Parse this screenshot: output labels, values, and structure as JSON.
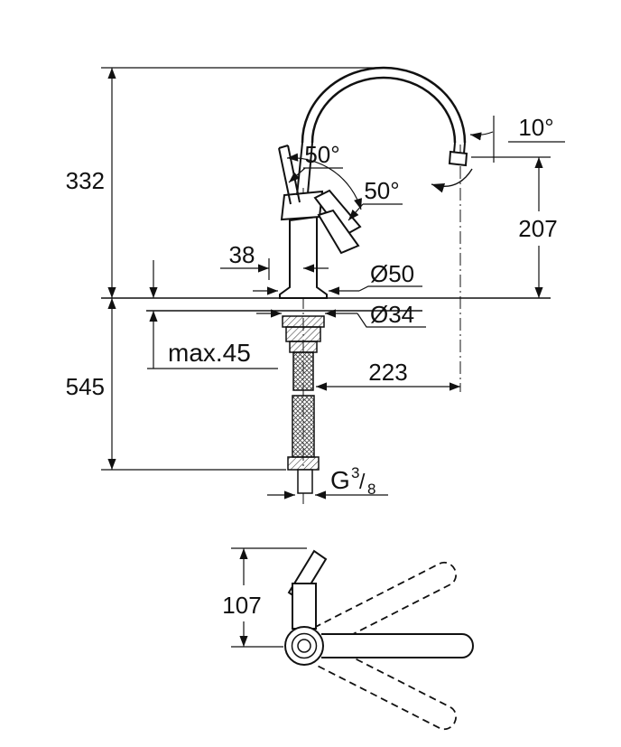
{
  "drawing": {
    "name": "kitchen-faucet-dimensional-drawing",
    "line_color": "#111111",
    "background": "#ffffff",
    "dims": {
      "overall_height": "332",
      "below_counter_height": "545",
      "lever_offset": "38",
      "base_diameter": "Ø50",
      "hole_diameter": "Ø34",
      "max_deck_thickness": "max.45",
      "spout_reach": "223",
      "spout_height": "207",
      "outlet_angle": "10°",
      "lever_angle_front": "50°",
      "lever_angle_side": "50°",
      "plan_handle_offset": "107",
      "thread": {
        "g": "G",
        "numerator": "3",
        "slash": "/",
        "denominator": "8"
      }
    }
  }
}
